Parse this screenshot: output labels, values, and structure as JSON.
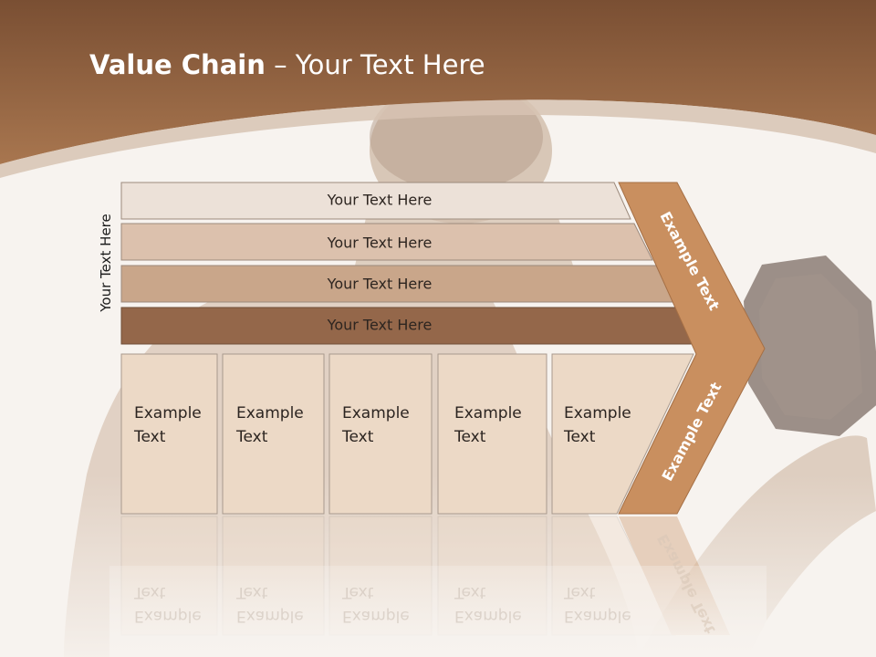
{
  "title": {
    "bold": "Value Chain",
    "rest": " – Your Text Here"
  },
  "side_label": "Your Text Here",
  "bars": [
    "Your Text Here",
    "Your Text Here",
    "Your Text Here",
    "Your Text Here"
  ],
  "columns": [
    [
      "Example",
      "Text"
    ],
    [
      "Example",
      "Text"
    ],
    [
      "Example",
      "Text"
    ],
    [
      "Example",
      "Text"
    ],
    [
      "Example",
      "Text"
    ]
  ],
  "chevron": {
    "upper": "Example Text",
    "lower": "Example Text"
  },
  "colors": {
    "header_brown": "#9b6a47",
    "bar1": "#ece1d8",
    "bar2": "#dcc1ad",
    "bar3": "#c9a68a",
    "bar4": "#94674a",
    "column_fill": "#ecd9c6",
    "chevron": "#c98f5f"
  }
}
